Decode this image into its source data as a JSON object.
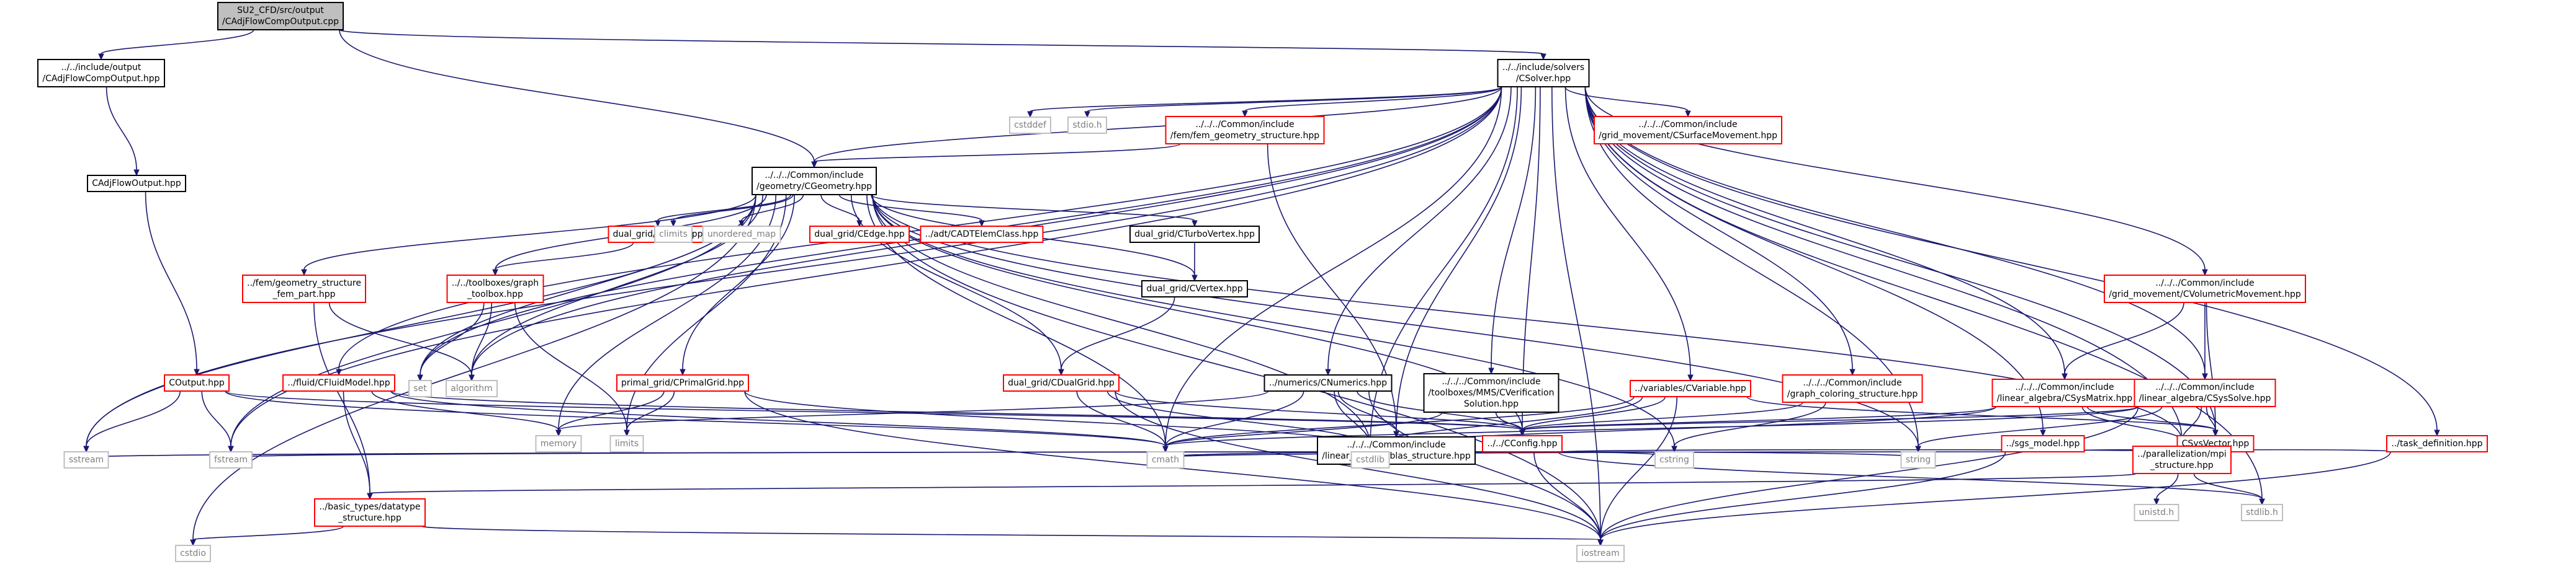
{
  "colors": {
    "edge": "#191970",
    "box_black": "#000000",
    "box_red": "#ff0000",
    "box_gray": "#bfbfbf",
    "root_fill": "#bfbfbf",
    "text": "#000000",
    "text_gray": "#7f7f7f"
  },
  "nodes": [
    {
      "id": "root",
      "lines": [
        "SU2_CFD/src/output",
        "/CAdjFlowCompOutput.cpp"
      ],
      "style": "root"
    },
    {
      "id": "cadjflowcompoutput",
      "lines": [
        "../../include/output",
        "/CAdjFlowCompOutput.hpp"
      ],
      "style": "black"
    },
    {
      "id": "csolver",
      "lines": [
        "../../include/solvers",
        "/CSolver.hpp"
      ],
      "style": "black"
    },
    {
      "id": "cadjflowoutput",
      "lines": [
        "CAdjFlowOutput.hpp"
      ],
      "style": "black"
    },
    {
      "id": "cstddef",
      "lines": [
        "cstddef"
      ],
      "style": "gray"
    },
    {
      "id": "stdio_h",
      "lines": [
        "stdio.h"
      ],
      "style": "gray"
    },
    {
      "id": "fem_geometry",
      "lines": [
        "../../../Common/include",
        "/fem/fem_geometry_structure.hpp"
      ],
      "style": "red"
    },
    {
      "id": "csurfacemovement",
      "lines": [
        "../../../Common/include",
        "/grid_movement/CSurfaceMovement.hpp"
      ],
      "style": "red"
    },
    {
      "id": "cgeometry",
      "lines": [
        "../../../Common/include",
        "/geometry/CGeometry.hpp"
      ],
      "style": "black"
    },
    {
      "id": "dual_cpoint",
      "lines": [
        "dual_grid/CPoint.hpp"
      ],
      "style": "red"
    },
    {
      "id": "climits",
      "lines": [
        "climits"
      ],
      "style": "gray"
    },
    {
      "id": "unordered_map",
      "lines": [
        "unordered_map"
      ],
      "style": "gray"
    },
    {
      "id": "dual_cedge",
      "lines": [
        "dual_grid/CEdge.hpp"
      ],
      "style": "red"
    },
    {
      "id": "cadtelemclass",
      "lines": [
        "../adt/CADTElemClass.hpp"
      ],
      "style": "red"
    },
    {
      "id": "dual_cturbovertex",
      "lines": [
        "dual_grid/CTurboVertex.hpp"
      ],
      "style": "black"
    },
    {
      "id": "fem_geometry_part",
      "lines": [
        "../fem/geometry_structure",
        "_fem_part.hpp"
      ],
      "style": "red"
    },
    {
      "id": "graph_toolbox",
      "lines": [
        "../../toolboxes/graph",
        "_toolbox.hpp"
      ],
      "style": "red"
    },
    {
      "id": "dual_cvertex",
      "lines": [
        "dual_grid/CVertex.hpp"
      ],
      "style": "black"
    },
    {
      "id": "coutput",
      "lines": [
        "COutput.hpp"
      ],
      "style": "red"
    },
    {
      "id": "cfluidmodel",
      "lines": [
        "../fluid/CFluidModel.hpp"
      ],
      "style": "red"
    },
    {
      "id": "set",
      "lines": [
        "set"
      ],
      "style": "gray"
    },
    {
      "id": "algorithm",
      "lines": [
        "algorithm"
      ],
      "style": "gray"
    },
    {
      "id": "primal_grid",
      "lines": [
        "primal_grid/CPrimalGrid.hpp"
      ],
      "style": "red"
    },
    {
      "id": "dual_cdualgrid",
      "lines": [
        "dual_grid/CDualGrid.hpp"
      ],
      "style": "red"
    },
    {
      "id": "cnumerics",
      "lines": [
        "../numerics/CNumerics.hpp"
      ],
      "style": "black"
    },
    {
      "id": "cverification",
      "lines": [
        "../../../Common/include",
        "/toolboxes/MMS/CVerification",
        "Solution.hpp"
      ],
      "style": "black"
    },
    {
      "id": "cvariable",
      "lines": [
        "../variables/CVariable.hpp"
      ],
      "style": "red"
    },
    {
      "id": "graph_coloring",
      "lines": [
        "../../../Common/include",
        "/graph_coloring_structure.hpp"
      ],
      "style": "red"
    },
    {
      "id": "csysmatrix",
      "lines": [
        "../../../Common/include",
        "/linear_algebra/CSysMatrix.hpp"
      ],
      "style": "red"
    },
    {
      "id": "csyssolve",
      "lines": [
        "../../../Common/include",
        "/linear_algebra/CSysSolve.hpp"
      ],
      "style": "red"
    },
    {
      "id": "cvolumetricmovement",
      "lines": [
        "../../../Common/include",
        "/grid_movement/CVolumetricMovement.hpp"
      ],
      "style": "red"
    },
    {
      "id": "memory",
      "lines": [
        "memory"
      ],
      "style": "gray"
    },
    {
      "id": "limits",
      "lines": [
        "limits"
      ],
      "style": "gray"
    },
    {
      "id": "blas_structure",
      "lines": [
        "../../../Common/include",
        "/linear_algebra/blas_structure.hpp"
      ],
      "style": "black"
    },
    {
      "id": "cconfig",
      "lines": [
        "../../CConfig.hpp"
      ],
      "style": "red"
    },
    {
      "id": "sgs_model",
      "lines": [
        "../sgs_model.hpp"
      ],
      "style": "red"
    },
    {
      "id": "csysvector",
      "lines": [
        "CSysVector.hpp"
      ],
      "style": "red"
    },
    {
      "id": "task_definition",
      "lines": [
        "../task_definition.hpp"
      ],
      "style": "red"
    },
    {
      "id": "sstream",
      "lines": [
        "sstream"
      ],
      "style": "gray"
    },
    {
      "id": "fstream",
      "lines": [
        "fstream"
      ],
      "style": "gray"
    },
    {
      "id": "cmath",
      "lines": [
        "cmath"
      ],
      "style": "gray"
    },
    {
      "id": "cstdlib",
      "lines": [
        "cstdlib"
      ],
      "style": "gray"
    },
    {
      "id": "cstring",
      "lines": [
        "cstring"
      ],
      "style": "gray"
    },
    {
      "id": "string",
      "lines": [
        "string"
      ],
      "style": "gray"
    },
    {
      "id": "mpi_structure",
      "lines": [
        "../parallelization/mpi",
        "_structure.hpp"
      ],
      "style": "red"
    },
    {
      "id": "datatype_structure",
      "lines": [
        "../basic_types/datatype",
        "_structure.hpp"
      ],
      "style": "red"
    },
    {
      "id": "unistd_h",
      "lines": [
        "unistd.h"
      ],
      "style": "gray"
    },
    {
      "id": "stdlib_h",
      "lines": [
        "stdlib.h"
      ],
      "style": "gray"
    },
    {
      "id": "cstdio",
      "lines": [
        "cstdio"
      ],
      "style": "gray"
    },
    {
      "id": "iostream",
      "lines": [
        "iostream"
      ],
      "style": "gray"
    }
  ],
  "edges": [
    [
      "root",
      "cadjflowcompoutput"
    ],
    [
      "root",
      "csolver"
    ],
    [
      "root",
      "cgeometry"
    ],
    [
      "cadjflowcompoutput",
      "cadjflowoutput"
    ],
    [
      "cadjflowoutput",
      "coutput"
    ],
    [
      "csolver",
      "cstddef"
    ],
    [
      "csolver",
      "stdio_h"
    ],
    [
      "csolver",
      "fem_geometry"
    ],
    [
      "csolver",
      "csurfacemovement"
    ],
    [
      "csolver",
      "cgeometry"
    ],
    [
      "csolver",
      "cnumerics"
    ],
    [
      "csolver",
      "cverification"
    ],
    [
      "csolver",
      "cvariable"
    ],
    [
      "csolver",
      "graph_coloring"
    ],
    [
      "csolver",
      "csysmatrix"
    ],
    [
      "csolver",
      "csyssolve"
    ],
    [
      "csolver",
      "cvolumetricmovement"
    ],
    [
      "csolver",
      "sgs_model"
    ],
    [
      "csolver",
      "csysvector"
    ],
    [
      "csolver",
      "task_definition"
    ],
    [
      "csolver",
      "mpi_structure"
    ],
    [
      "csolver",
      "cconfig"
    ],
    [
      "csolver",
      "blas_structure"
    ],
    [
      "csolver",
      "sstream"
    ],
    [
      "csolver",
      "fstream"
    ],
    [
      "csolver",
      "cmath"
    ],
    [
      "csolver",
      "cstdlib"
    ],
    [
      "csolver",
      "string"
    ],
    [
      "csolver",
      "stdlib_h"
    ],
    [
      "csolver",
      "iostream"
    ],
    [
      "csolver",
      "cfluidmodel"
    ],
    [
      "csolver",
      "algorithm"
    ],
    [
      "csolver",
      "set"
    ],
    [
      "fem_geometry",
      "cgeometry"
    ],
    [
      "fem_geometry",
      "blas_structure"
    ],
    [
      "cgeometry",
      "dual_cpoint"
    ],
    [
      "cgeometry",
      "climits"
    ],
    [
      "cgeometry",
      "unordered_map"
    ],
    [
      "cgeometry",
      "dual_cedge"
    ],
    [
      "cgeometry",
      "cadtelemclass"
    ],
    [
      "cgeometry",
      "dual_cturbovertex"
    ],
    [
      "cgeometry",
      "fem_geometry_part"
    ],
    [
      "cgeometry",
      "graph_toolbox"
    ],
    [
      "cgeometry",
      "dual_cvertex"
    ],
    [
      "cgeometry",
      "primal_grid"
    ],
    [
      "cgeometry",
      "dual_cdualgrid"
    ],
    [
      "cgeometry",
      "cconfig"
    ],
    [
      "cgeometry",
      "memory"
    ],
    [
      "cgeometry",
      "limits"
    ],
    [
      "cgeometry",
      "set"
    ],
    [
      "cgeometry",
      "algorithm"
    ],
    [
      "cgeometry",
      "sstream"
    ],
    [
      "cgeometry",
      "fstream"
    ],
    [
      "cgeometry",
      "cmath"
    ],
    [
      "cgeometry",
      "cstdlib"
    ],
    [
      "cgeometry",
      "cstring"
    ],
    [
      "cgeometry",
      "string"
    ],
    [
      "cgeometry",
      "mpi_structure"
    ],
    [
      "cgeometry",
      "cstdio"
    ],
    [
      "cgeometry",
      "iostream"
    ],
    [
      "dual_cpoint",
      "graph_toolbox"
    ],
    [
      "graph_toolbox",
      "set"
    ],
    [
      "graph_toolbox",
      "algorithm"
    ],
    [
      "graph_toolbox",
      "limits"
    ],
    [
      "fem_geometry_part",
      "algorithm"
    ],
    [
      "fem_geometry_part",
      "datatype_structure"
    ],
    [
      "dual_cturbovertex",
      "dual_cvertex"
    ],
    [
      "dual_cvertex",
      "dual_cdualgrid"
    ],
    [
      "dual_cdualgrid",
      "cconfig"
    ],
    [
      "dual_cdualgrid",
      "cmath"
    ],
    [
      "dual_cdualgrid",
      "cstdlib"
    ],
    [
      "dual_cdualgrid",
      "iostream"
    ],
    [
      "primal_grid",
      "memory"
    ],
    [
      "primal_grid",
      "limits"
    ],
    [
      "primal_grid",
      "cstdlib"
    ],
    [
      "primal_grid",
      "iostream"
    ],
    [
      "coutput",
      "cconfig"
    ],
    [
      "coutput",
      "sstream"
    ],
    [
      "coutput",
      "fstream"
    ],
    [
      "coutput",
      "cmath"
    ],
    [
      "cfluidmodel",
      "memory"
    ],
    [
      "cfluidmodel",
      "cconfig"
    ],
    [
      "cfluidmodel",
      "cmath"
    ],
    [
      "cfluidmodel",
      "datatype_structure"
    ],
    [
      "cnumerics",
      "cconfig"
    ],
    [
      "cnumerics",
      "blas_structure"
    ],
    [
      "cnumerics",
      "memory"
    ],
    [
      "cnumerics",
      "cmath"
    ],
    [
      "cnumerics",
      "cstdlib"
    ],
    [
      "cnumerics",
      "iostream"
    ],
    [
      "cverification",
      "cconfig"
    ],
    [
      "cverification",
      "cmath"
    ],
    [
      "cvariable",
      "cconfig"
    ],
    [
      "cvariable",
      "csysvector"
    ],
    [
      "cvariable",
      "cmath"
    ],
    [
      "cvariable",
      "cstdlib"
    ],
    [
      "cvariable",
      "iostream"
    ],
    [
      "graph_coloring",
      "cconfig"
    ],
    [
      "graph_coloring",
      "cstring"
    ],
    [
      "csysmatrix",
      "cconfig"
    ],
    [
      "csysmatrix",
      "csysvector"
    ],
    [
      "csysmatrix",
      "mpi_structure"
    ],
    [
      "csysmatrix",
      "cstdlib"
    ],
    [
      "csyssolve",
      "cconfig"
    ],
    [
      "csyssolve",
      "csysvector"
    ],
    [
      "csyssolve",
      "mpi_structure"
    ],
    [
      "csyssolve",
      "cmath"
    ],
    [
      "csyssolve",
      "string"
    ],
    [
      "csyssolve",
      "iostream"
    ],
    [
      "cvolumetricmovement",
      "csysmatrix"
    ],
    [
      "cvolumetricmovement",
      "csyssolve"
    ],
    [
      "cvolumetricmovement",
      "csysvector"
    ],
    [
      "cconfig",
      "mpi_structure"
    ],
    [
      "cconfig",
      "sstream"
    ],
    [
      "cconfig",
      "fstream"
    ],
    [
      "cconfig",
      "cmath"
    ],
    [
      "cconfig",
      "cstdlib"
    ],
    [
      "cconfig",
      "cstring"
    ],
    [
      "cconfig",
      "string"
    ],
    [
      "cconfig",
      "stdlib_h"
    ],
    [
      "cconfig",
      "iostream"
    ],
    [
      "sgs_model",
      "mpi_structure"
    ],
    [
      "sgs_model",
      "cmath"
    ],
    [
      "sgs_model",
      "iostream"
    ],
    [
      "csysvector",
      "mpi_structure"
    ],
    [
      "task_definition",
      "mpi_structure"
    ],
    [
      "task_definition",
      "iostream"
    ],
    [
      "mpi_structure",
      "datatype_structure"
    ],
    [
      "mpi_structure",
      "unistd_h"
    ],
    [
      "mpi_structure",
      "stdlib_h"
    ],
    [
      "datatype_structure",
      "cstdio"
    ],
    [
      "datatype_structure",
      "iostream"
    ]
  ]
}
